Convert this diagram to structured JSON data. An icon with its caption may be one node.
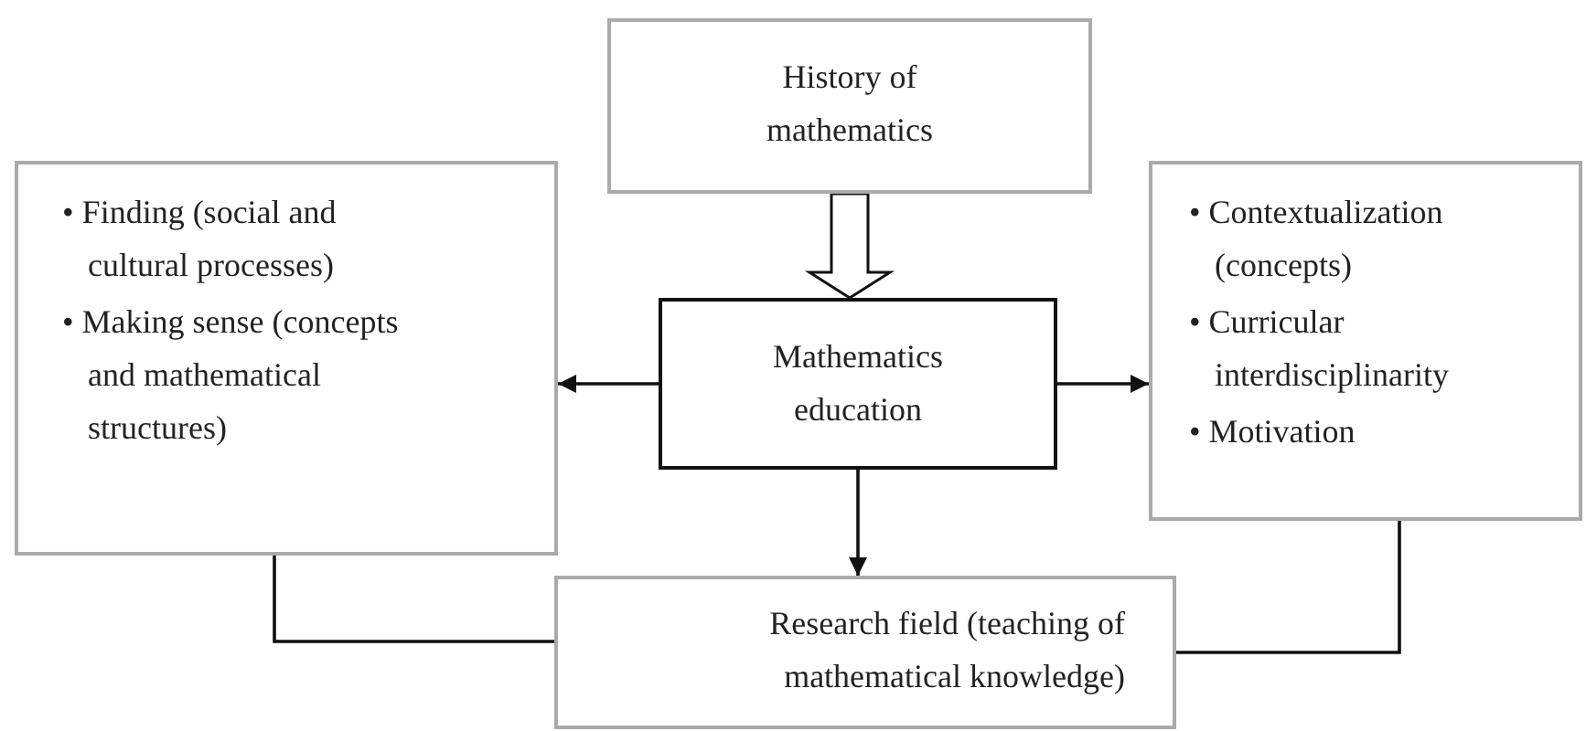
{
  "diagram": {
    "nodes": [
      {
        "text": [
          "History of mathematics"
        ]
      },
      {
        "text": [
          "• Finding (social and cultural processes)",
          "• Making sense (concepts and mathematical structures)"
        ]
      },
      {
        "text": [
          "Mathematics education"
        ]
      },
      {
        "text": [
          "• Contextualization (concepts)",
          "• Curricular interdisciplinarity",
          "• Motivation"
        ]
      },
      {
        "text": [
          "Research field (teaching of mathematical knowledge)"
        ]
      }
    ],
    "edges": [
      {
        "from": 0,
        "to": 2,
        "arrow": "to",
        "style": "thick"
      },
      {
        "from": 2,
        "to": 1,
        "arrow": "to"
      },
      {
        "from": 2,
        "to": 3,
        "arrow": "to"
      },
      {
        "from": 2,
        "to": 4,
        "arrow": "to"
      },
      {
        "from": 1,
        "to": 4,
        "arrow": "none"
      },
      {
        "from": 3,
        "to": 4,
        "arrow": "none"
      }
    ]
  }
}
